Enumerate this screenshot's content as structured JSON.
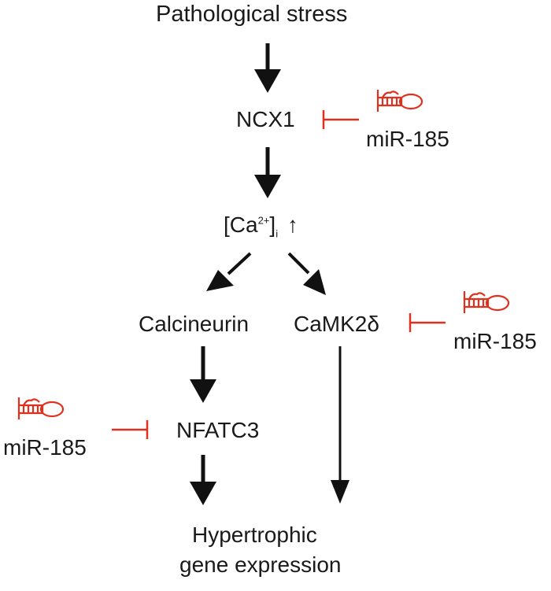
{
  "nodes": {
    "stress": "Pathological stress",
    "ncx1": "NCX1",
    "ca_prefix": "[Ca",
    "ca_sup": "2+",
    "ca_bracket": "]",
    "ca_sub": "i",
    "ca_arrow": "↑",
    "calcineurin": "Calcineurin",
    "camk2d": "CaMK2δ",
    "nfatc3": "NFATC3",
    "hyper_line1": "Hypertrophic",
    "hyper_line2": "gene expression"
  },
  "inhibitors": {
    "ncx1_mir": "miR-185",
    "camk_mir": "miR-185",
    "nfat_mir": "miR-185"
  },
  "colors": {
    "arrow": "#111111",
    "inhibitor": "#e0301e"
  }
}
